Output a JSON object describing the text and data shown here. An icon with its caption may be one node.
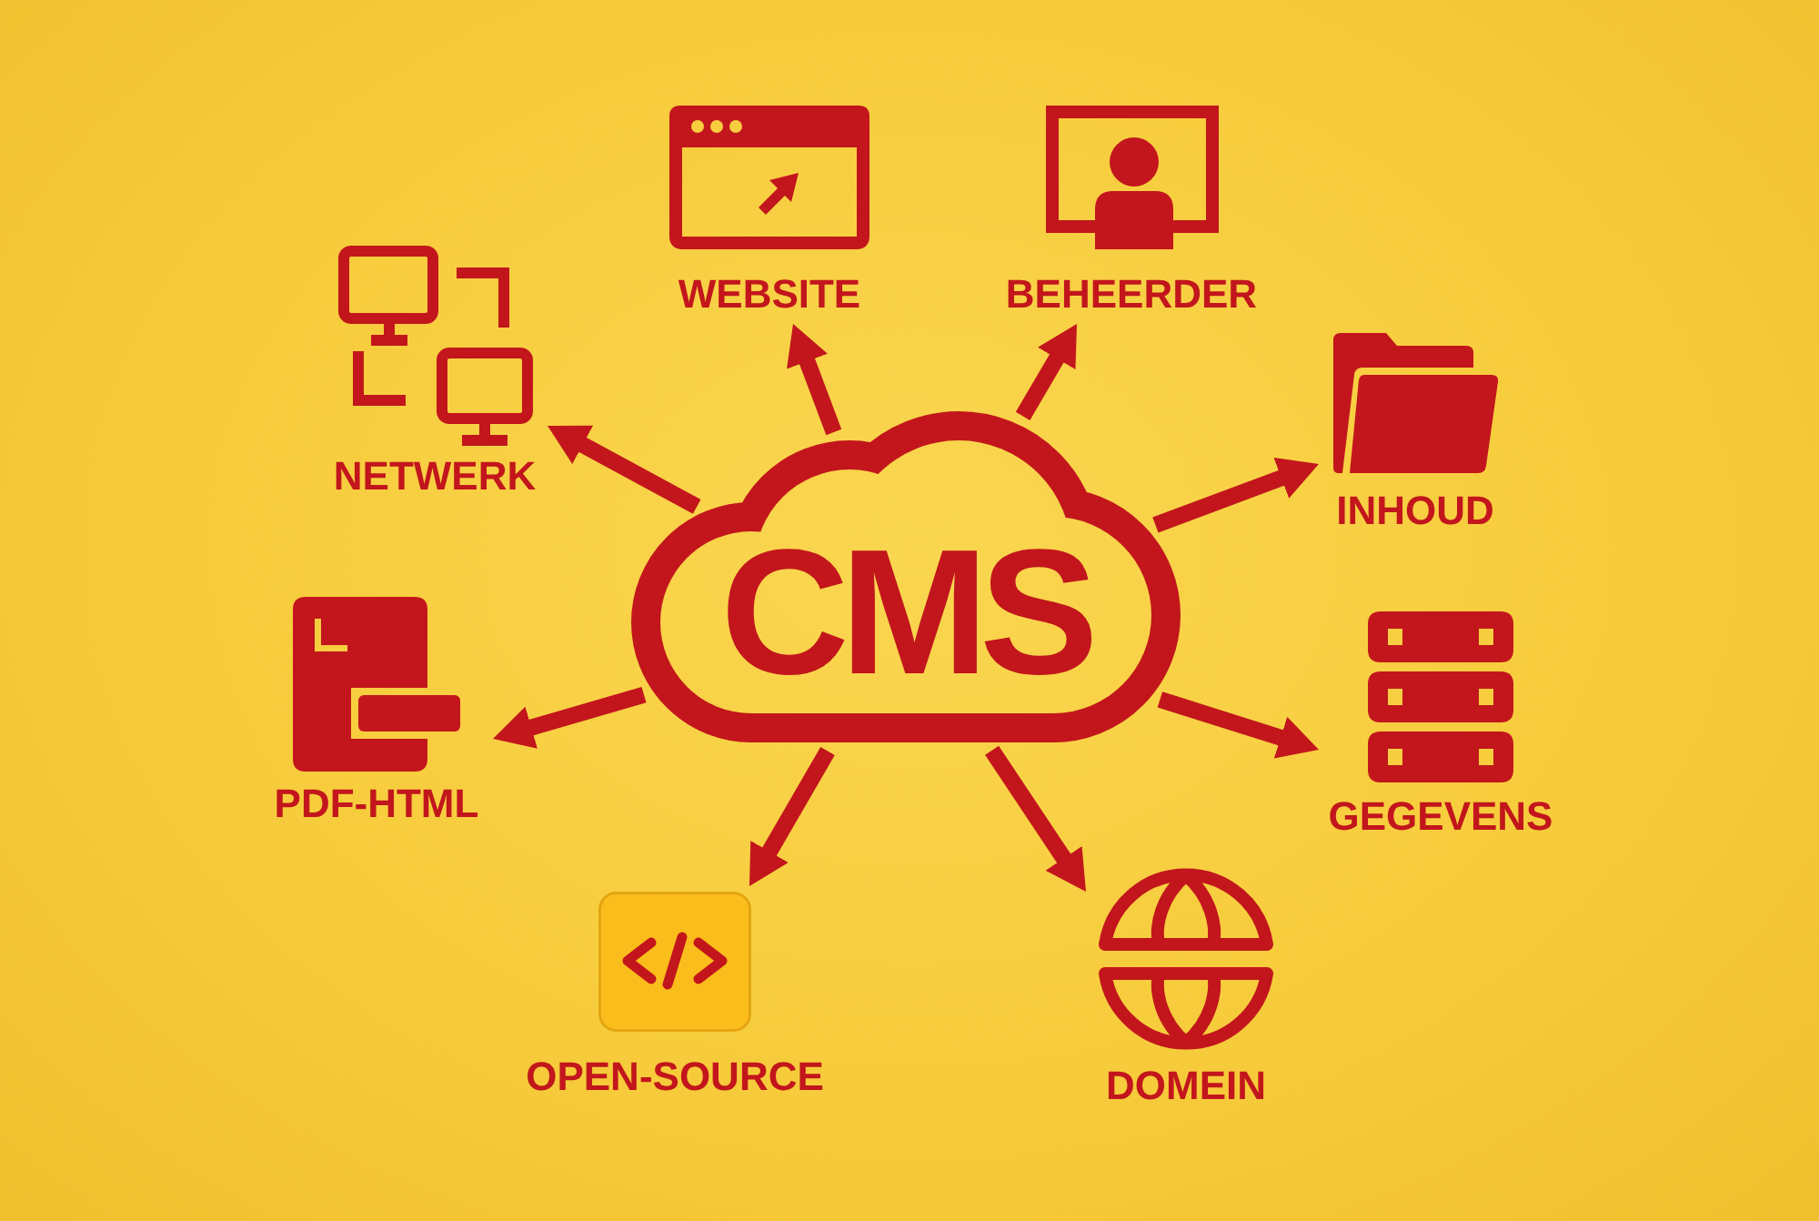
{
  "diagram": {
    "nodes": [
      {
        "text": [
          "WEBSITE"
        ]
      },
      {
        "text": [
          "BEHEERDER"
        ]
      },
      {
        "text": [
          "NETWERK"
        ]
      },
      {
        "text": [
          "INHOUD"
        ]
      },
      {
        "text": [
          "CMS"
        ]
      },
      {
        "text": [
          "PDF-HTML"
        ]
      },
      {
        "text": [
          "GEGEVENS"
        ]
      },
      {
        "text": [
          "OPEN-SOURCE"
        ]
      },
      {
        "text": [
          "DOMEIN"
        ]
      }
    ],
    "edges": [
      {
        "from": 4,
        "to": 0,
        "arrow": "to"
      },
      {
        "from": 4,
        "to": 1,
        "arrow": "to"
      },
      {
        "from": 4,
        "to": 2,
        "arrow": "to"
      },
      {
        "from": 4,
        "to": 3,
        "arrow": "to"
      },
      {
        "from": 4,
        "to": 5,
        "arrow": "to"
      },
      {
        "from": 4,
        "to": 6,
        "arrow": "to"
      },
      {
        "from": 4,
        "to": 7,
        "arrow": "to"
      },
      {
        "from": 4,
        "to": 8,
        "arrow": "to"
      }
    ]
  }
}
